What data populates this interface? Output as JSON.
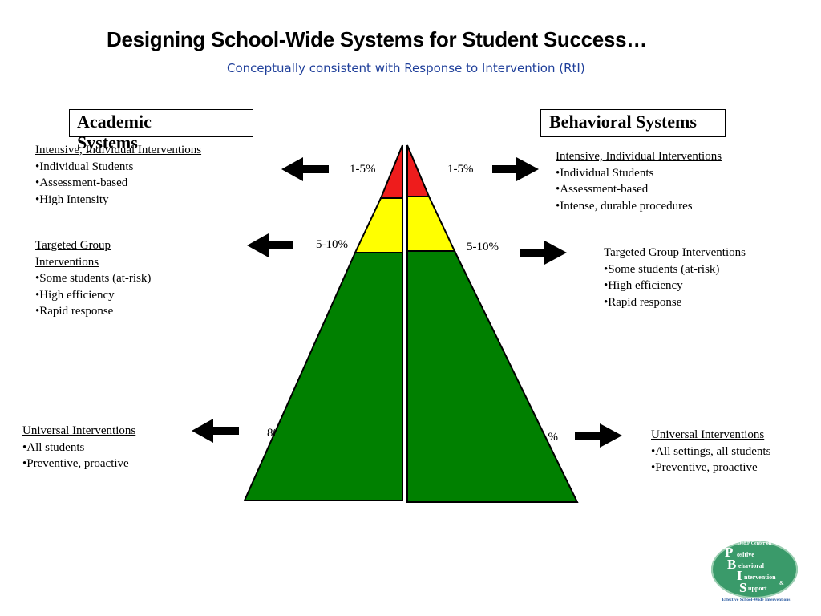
{
  "title": "Designing School-Wide Systems for Student Success…",
  "subtitle": "Conceptually consistent with Response to Intervention (RtI)",
  "academic": {
    "label": "Academic Systems",
    "tiers": [
      {
        "heading": "Intensive, Individual Interventions",
        "items": [
          "•Individual Students",
          "•Assessment-based",
          "•High Intensity"
        ],
        "percent": "1-5%"
      },
      {
        "heading": "Targeted Group Interventions",
        "items": [
          "•Some students (at-risk)",
          "•High efficiency",
          "•Rapid response"
        ],
        "percent": "5-10%"
      },
      {
        "heading": "Universal Interventions",
        "items": [
          "•All students",
          "•Preventive,  proactive"
        ],
        "percent": "80-90%"
      }
    ]
  },
  "behavioral": {
    "label": "Behavioral Systems",
    "tiers": [
      {
        "heading": "Intensive, Individual Interventions",
        "items": [
          "•Individual Students",
          "•Assessment-based",
          "•Intense, durable procedures"
        ],
        "percent": "1-5%"
      },
      {
        "heading": "Targeted Group Interventions",
        "items": [
          "•Some students (at-risk)",
          "•High efficiency",
          "•Rapid response"
        ],
        "percent": "5-10%"
      },
      {
        "heading": "Universal Interventions",
        "items": [
          "•All settings, all students",
          "•Preventive,  proactive"
        ],
        "percent": "80-90%"
      }
    ]
  },
  "colors": {
    "top": "#ee1c1c",
    "middle": "#ffff00",
    "bottom": "#008000",
    "subtitle": "#1f3f9a",
    "logo": "#3a9a6a"
  },
  "logo": {
    "top_line": "OSEP Center on",
    "letters": [
      "P",
      "B",
      "I",
      "S"
    ],
    "words": [
      "ositive",
      "ehavioral",
      "ntervention",
      "&",
      "upport"
    ],
    "bottom_line": "Effective School-Wide Interventions"
  }
}
